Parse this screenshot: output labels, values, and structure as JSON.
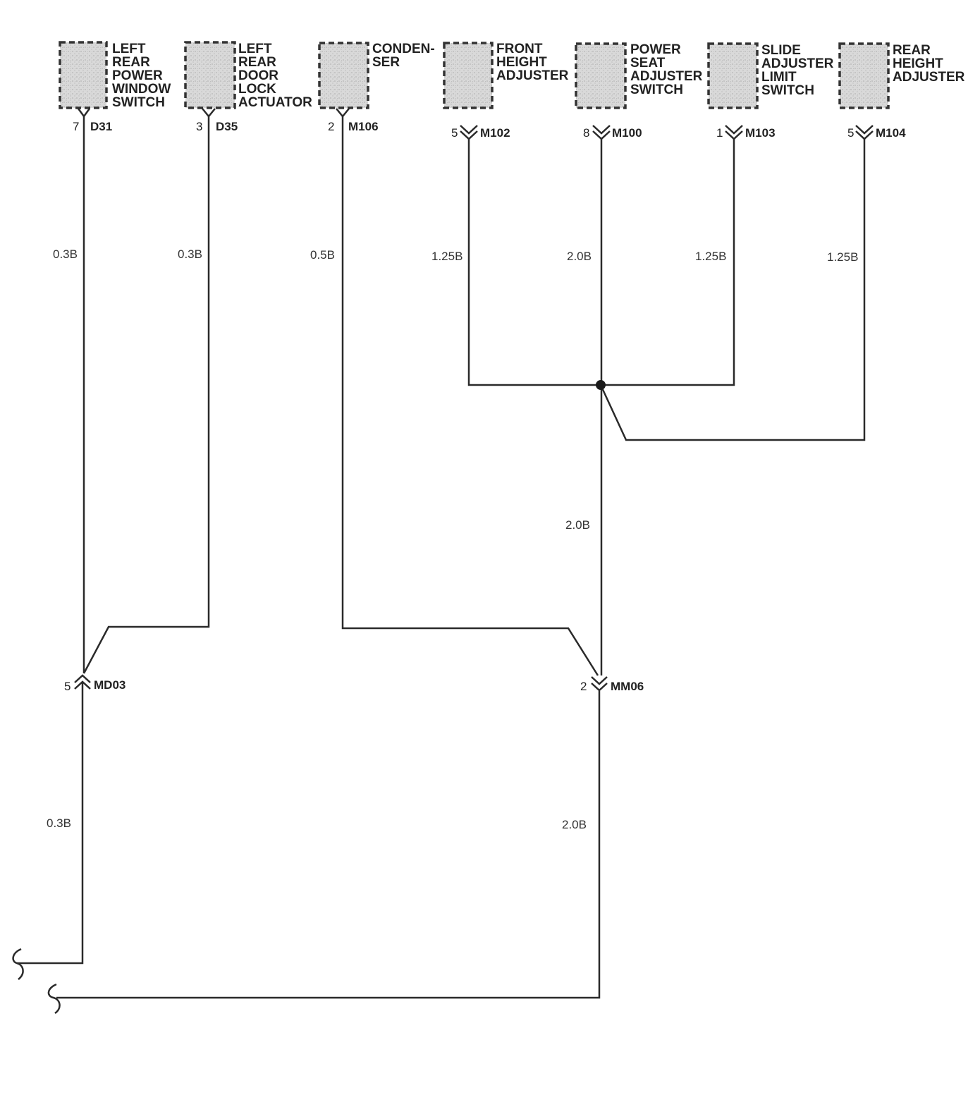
{
  "components": [
    {
      "id": "c1",
      "label_lines": [
        "LEFT",
        "REAR",
        "POWER",
        "WINDOW",
        "SWITCH"
      ]
    },
    {
      "id": "c2",
      "label_lines": [
        "LEFT",
        "REAR",
        "DOOR",
        "LOCK",
        "ACTUATOR"
      ]
    },
    {
      "id": "c3",
      "label_lines": [
        "CONDEN-",
        "SER"
      ]
    },
    {
      "id": "c4",
      "label_lines": [
        "FRONT",
        "HEIGHT",
        "ADJUSTER"
      ]
    },
    {
      "id": "c5",
      "label_lines": [
        "POWER",
        "SEAT",
        "ADJUSTER",
        "SWITCH"
      ]
    },
    {
      "id": "c6",
      "label_lines": [
        "SLIDE",
        "ADJUSTER",
        "LIMIT",
        "SWITCH"
      ]
    },
    {
      "id": "c7",
      "label_lines": [
        "REAR",
        "HEIGHT",
        "ADJUSTER"
      ]
    }
  ],
  "connectors": [
    {
      "pin": "7",
      "id": "D31"
    },
    {
      "pin": "3",
      "id": "D35"
    },
    {
      "pin": "2",
      "id": "M106"
    },
    {
      "pin": "5",
      "id": "M102"
    },
    {
      "pin": "8",
      "id": "M100"
    },
    {
      "pin": "1",
      "id": "M103"
    },
    {
      "pin": "5",
      "id": "M104"
    },
    {
      "pin": "5",
      "id": "MD03"
    },
    {
      "pin": "2",
      "id": "MM06"
    }
  ],
  "wire_labels": {
    "d31": "0.3B",
    "d35": "0.3B",
    "m106": "0.5B",
    "m102": "1.25B",
    "m100": "2.0B",
    "m103": "1.25B",
    "m104": "1.25B",
    "trunk": "2.0B",
    "md03_out": "0.3B",
    "mm06_out": "2.0B"
  }
}
